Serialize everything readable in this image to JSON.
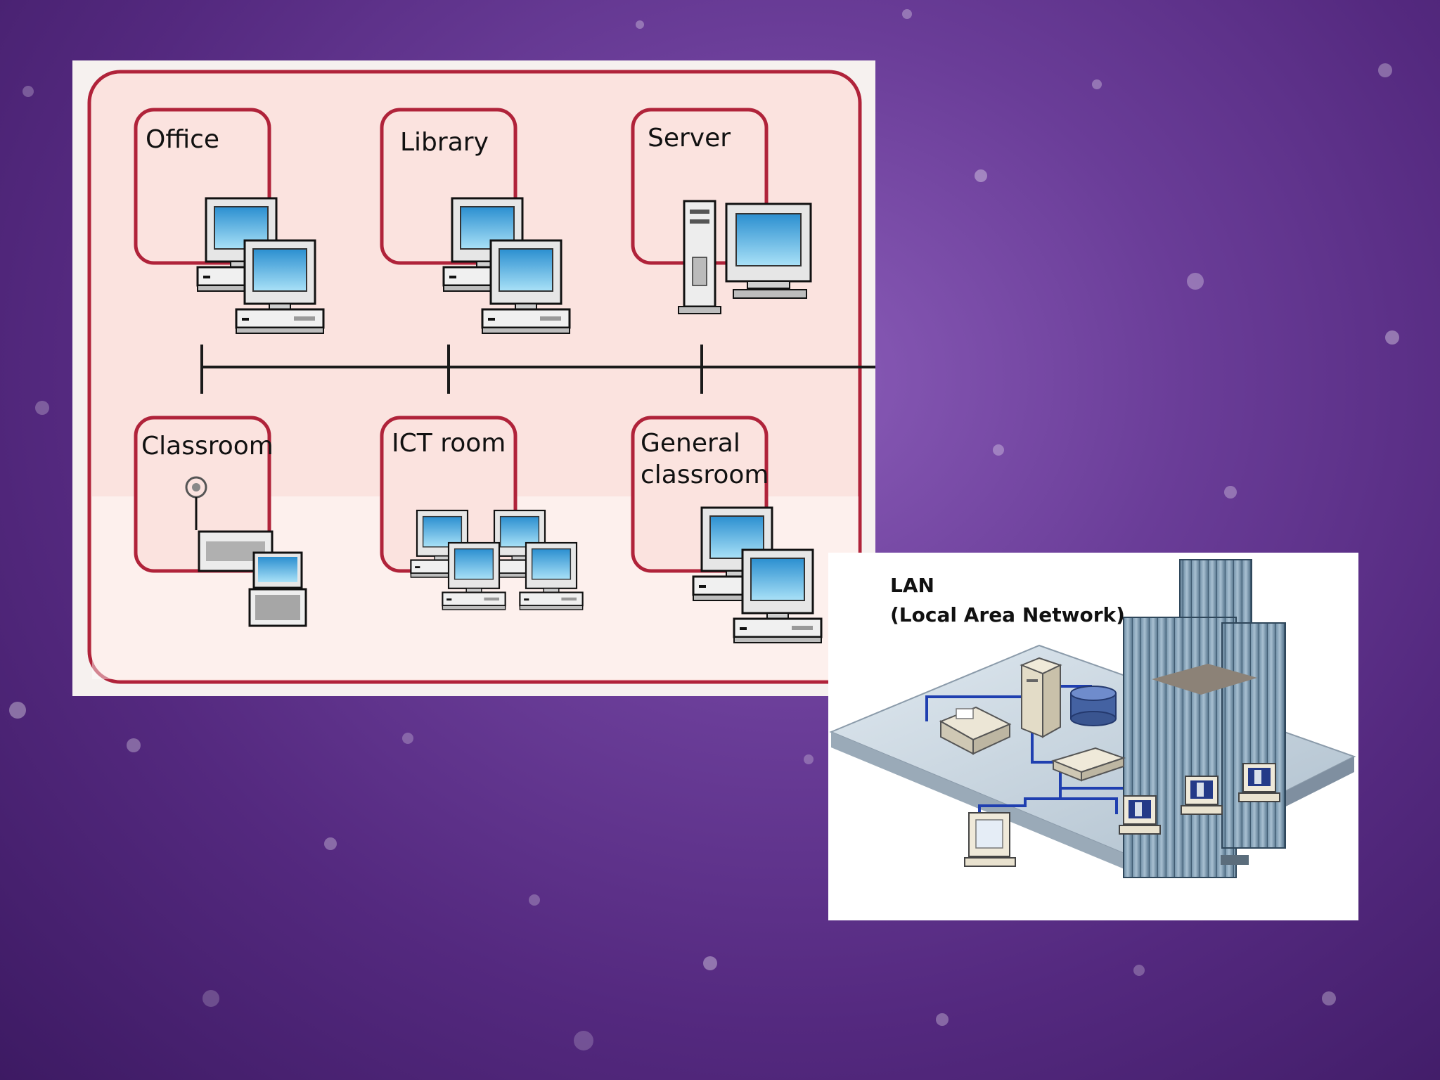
{
  "school_network": {
    "rooms": [
      {
        "key": "office",
        "label": "Office"
      },
      {
        "key": "library",
        "label": "Library"
      },
      {
        "key": "server",
        "label": "Server"
      },
      {
        "key": "classroom",
        "label": "Classroom"
      },
      {
        "key": "ict",
        "label": "ICT room"
      },
      {
        "key": "general",
        "label_line1": "General",
        "label_line2": "classroom"
      }
    ]
  },
  "lan_diagram": {
    "title_line1": "LAN",
    "title_line2": "(Local Area Network)"
  },
  "colors": {
    "room_border": "#b0233a",
    "panel_fill": "#fbe3df",
    "network_line": "#1a1a1a",
    "cable": "#1f3fb0",
    "screen": "#5ab8e6",
    "background": "#5c2d8a"
  }
}
